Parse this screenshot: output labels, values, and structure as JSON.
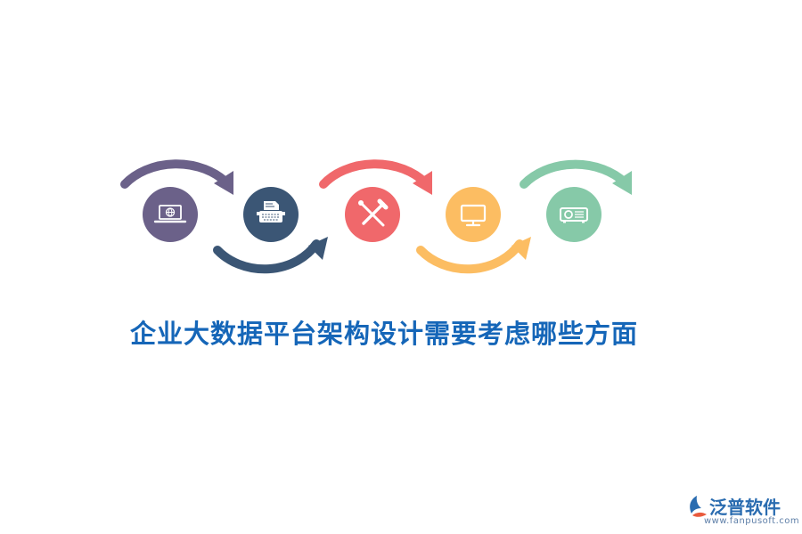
{
  "title": "企业大数据平台架构设计需要考虑哪些方面",
  "steps": [
    {
      "icon": "laptop-globe-icon",
      "color": "#6b6189",
      "arrow": "top"
    },
    {
      "icon": "printer-icon",
      "color": "#3b5675",
      "arrow": "bottom"
    },
    {
      "icon": "tools-icon",
      "color": "#f0686b",
      "arrow": "top"
    },
    {
      "icon": "monitor-icon",
      "color": "#fcbd62",
      "arrow": "bottom"
    },
    {
      "icon": "projector-icon",
      "color": "#86c9a8",
      "arrow": "top"
    }
  ],
  "brand": {
    "name": "泛普软件",
    "url": "www.fanpusoft.com"
  }
}
